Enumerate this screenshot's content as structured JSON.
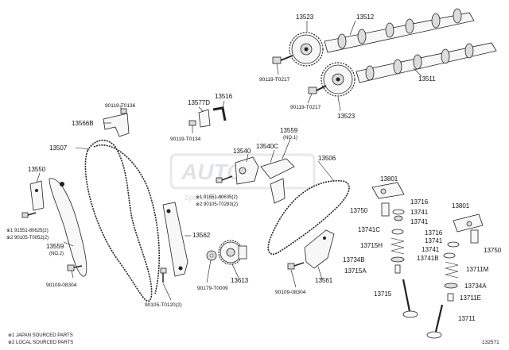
{
  "labels": {
    "p13523_top": "13523",
    "p13512": "13512",
    "p13511": "13511",
    "p13523_bot": "13523",
    "p90119_T0217_a": "90119-T0217",
    "p90119_T0217_b": "90119-T0217",
    "p90119_T0136": "90119-T0136",
    "p13577D": "13577D",
    "p13516": "13516",
    "p13566B": "13566B",
    "p90119_T0134": "90119-T0134",
    "p13559_no1": "13559",
    "p13559_no1_sub": "(NO.1)",
    "p13507": "13507",
    "p13540": "13540",
    "p13540C": "13540C",
    "p13506": "13506",
    "p13550": "13550",
    "p91551_80635": "※1 91551-80635(2)",
    "p290105_T0283": "※2 90105-T0283(2)",
    "p91551_80625": "※1 91551-80625(2)",
    "p290105_T0052": "※2 90105-T0052(2)",
    "p13559_no2": "13559",
    "p13559_no2_sub": "(NO.2)",
    "p13562": "13562",
    "p90109_08304_a": "90109-08304",
    "p90109_08304_b": "90109-08304",
    "p90179_T0009": "90179-T0009",
    "p13613": "13613",
    "p13561": "13561",
    "p90105_T0120": "90105-T0120(2)",
    "p13801_a": "13801",
    "p13801_b": "13801",
    "p13716_a": "13716",
    "p13716_b": "13716",
    "p13750_a": "13750",
    "p13750_b": "13750",
    "p13741_a": "13741",
    "p13741_b": "13741",
    "p13741_c": "13741",
    "p13741_d": "13741",
    "p13741C": "13741C",
    "p13741B": "13741B",
    "p13715H": "13715H",
    "p13734B": "13734B",
    "p13715A": "13715A",
    "p13711M": "13711M",
    "p13734A": "13734A",
    "p13711E": "13711E",
    "p13715": "13715",
    "p13711": "13711"
  },
  "footnotes": {
    "note1": "※1 JAPAN SOURCED PARTS",
    "note2": "※2 LOCAL SOURCED PARTS"
  },
  "diagram_id": "132571"
}
